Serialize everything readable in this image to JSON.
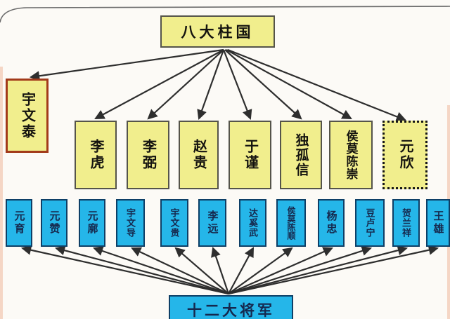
{
  "diagram": {
    "top_box": {
      "label": "八大柱国"
    },
    "leader_box": {
      "label": "宇文泰"
    },
    "pillars": [
      {
        "name": "李虎"
      },
      {
        "name": "李弼"
      },
      {
        "name": "赵贵"
      },
      {
        "name": "于谨"
      },
      {
        "name": "独孤信"
      },
      {
        "name": "侯莫陈崇"
      },
      {
        "name": "元欣"
      }
    ],
    "generals": [
      {
        "name": "元育"
      },
      {
        "name": "元赞"
      },
      {
        "name": "元廓"
      },
      {
        "name": "宇文导"
      },
      {
        "name": "宇文贵"
      },
      {
        "name": "李远"
      },
      {
        "name": "达奚武"
      },
      {
        "name": "侯莫陈顺"
      },
      {
        "name": "杨忠"
      },
      {
        "name": "豆卢宁"
      },
      {
        "name": "贺兰祥"
      },
      {
        "name": "王雄"
      }
    ],
    "bottom_box": {
      "label": "十二大将军"
    },
    "colors": {
      "pillar_fill": "#f1ee8d",
      "pillar_border": "#55544a",
      "leader_border": "#a23a1a",
      "dotted_border": "#161616",
      "general_fill": "#25b6e9",
      "general_border": "#0e3f66",
      "general_text": "#16294e",
      "arrow": "#2e2e2e"
    }
  }
}
